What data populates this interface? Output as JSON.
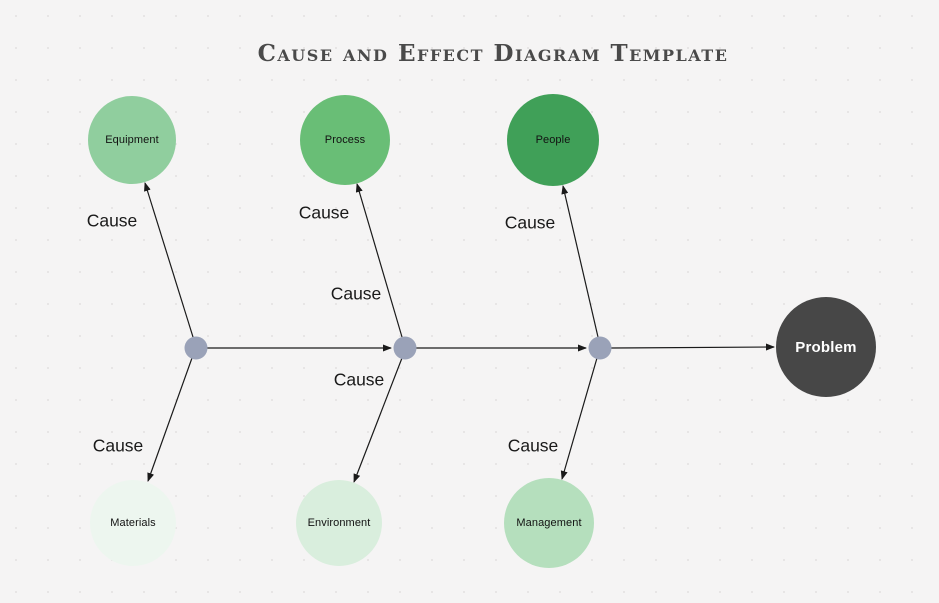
{
  "title": "Cause and Effect Diagram Template",
  "diagram": {
    "cause_label": "Cause",
    "categories": {
      "equipment": {
        "label": "Equipment",
        "color": "#90ce9e"
      },
      "process": {
        "label": "Process",
        "color": "#69be76"
      },
      "people": {
        "label": "People",
        "color": "#40a058"
      },
      "materials": {
        "label": "Materials",
        "color": "#edf6ef"
      },
      "environment": {
        "label": "Environment",
        "color": "#d9eedd"
      },
      "management": {
        "label": "Management",
        "color": "#b5dfbd"
      }
    },
    "effect": {
      "label": "Problem",
      "color": "#474747",
      "text_color": "#ffffff"
    },
    "colors": {
      "connector": "#1a1a1a",
      "junction": "#9aa2b8",
      "background": "#f5f4f4",
      "title_text": "#4a4a4a"
    }
  }
}
